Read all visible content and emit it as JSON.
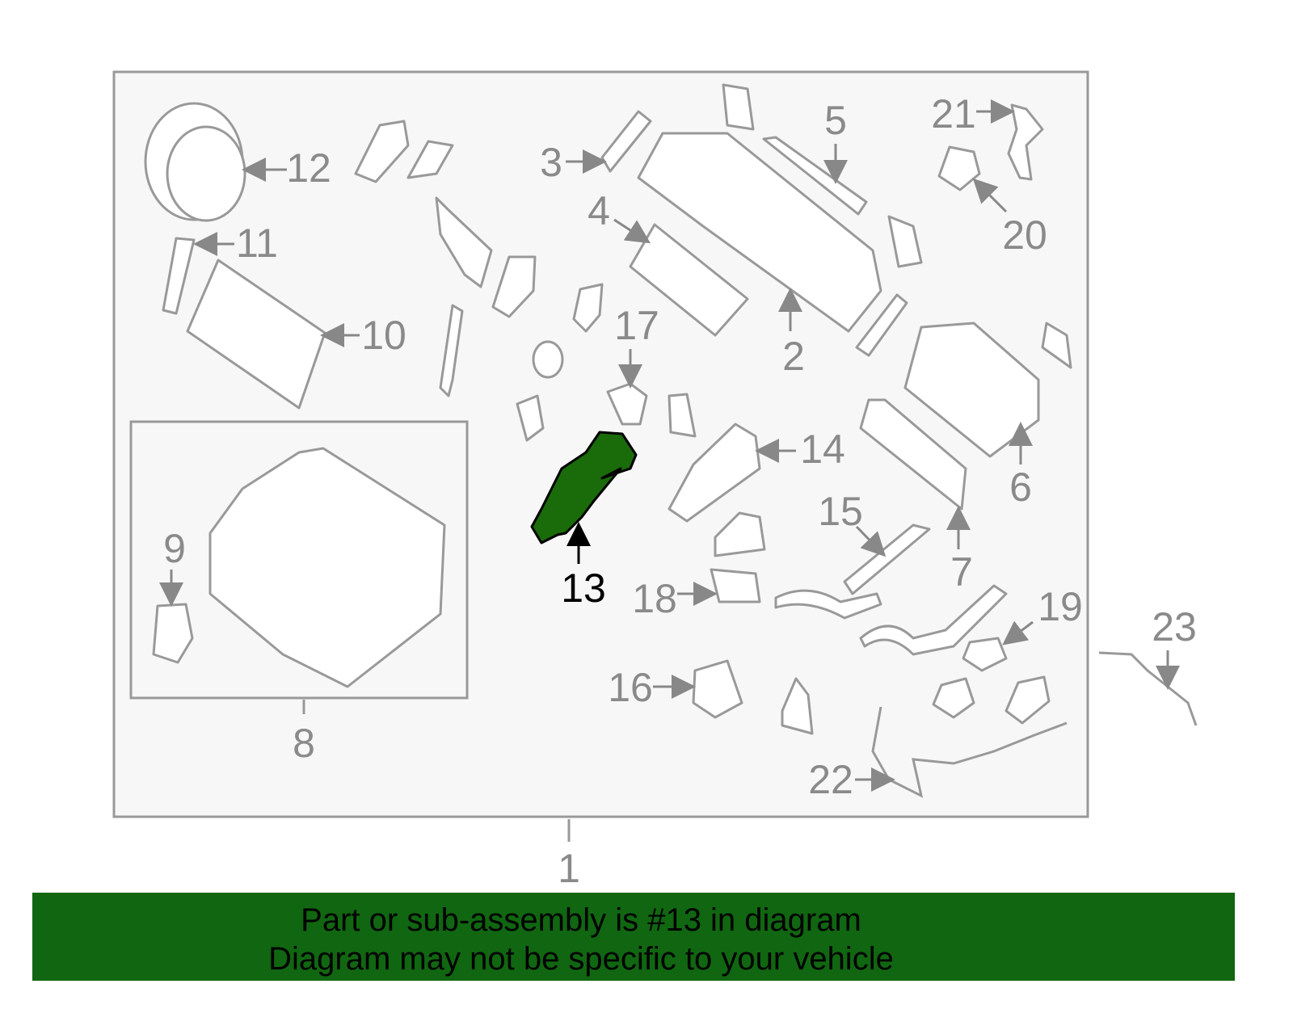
{
  "diagram": {
    "highlighted_part": "13",
    "highlight_color": "#1a6b0a",
    "banner_color": "#116611",
    "callouts": [
      "1",
      "2",
      "3",
      "4",
      "5",
      "6",
      "7",
      "8",
      "9",
      "10",
      "11",
      "12",
      "13",
      "14",
      "15",
      "16",
      "17",
      "18",
      "19",
      "20",
      "21",
      "22",
      "23"
    ]
  },
  "banner": {
    "line1": "Part or sub-assembly is #13 in diagram",
    "line2": "Diagram may not be specific to your vehicle"
  }
}
